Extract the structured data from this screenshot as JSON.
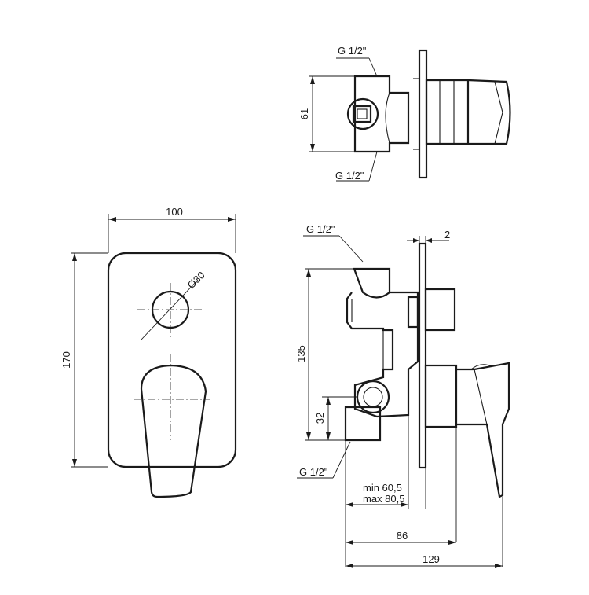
{
  "labels": {
    "top_thread_upper": "G 1/2\"",
    "top_thread_lower": "G 1/2\"",
    "top_height": "61",
    "front_width": "100",
    "front_height": "170",
    "front_diameter": "Ø30",
    "side_thread_upper": "G 1/2\"",
    "side_plate": "2",
    "side_height": "135",
    "side_outlet": "32",
    "side_thread_lower": "G 1/2\"",
    "side_min": "min 60,5",
    "side_max": "max 80,5",
    "side_depth_86": "86",
    "side_depth_129": "129"
  }
}
